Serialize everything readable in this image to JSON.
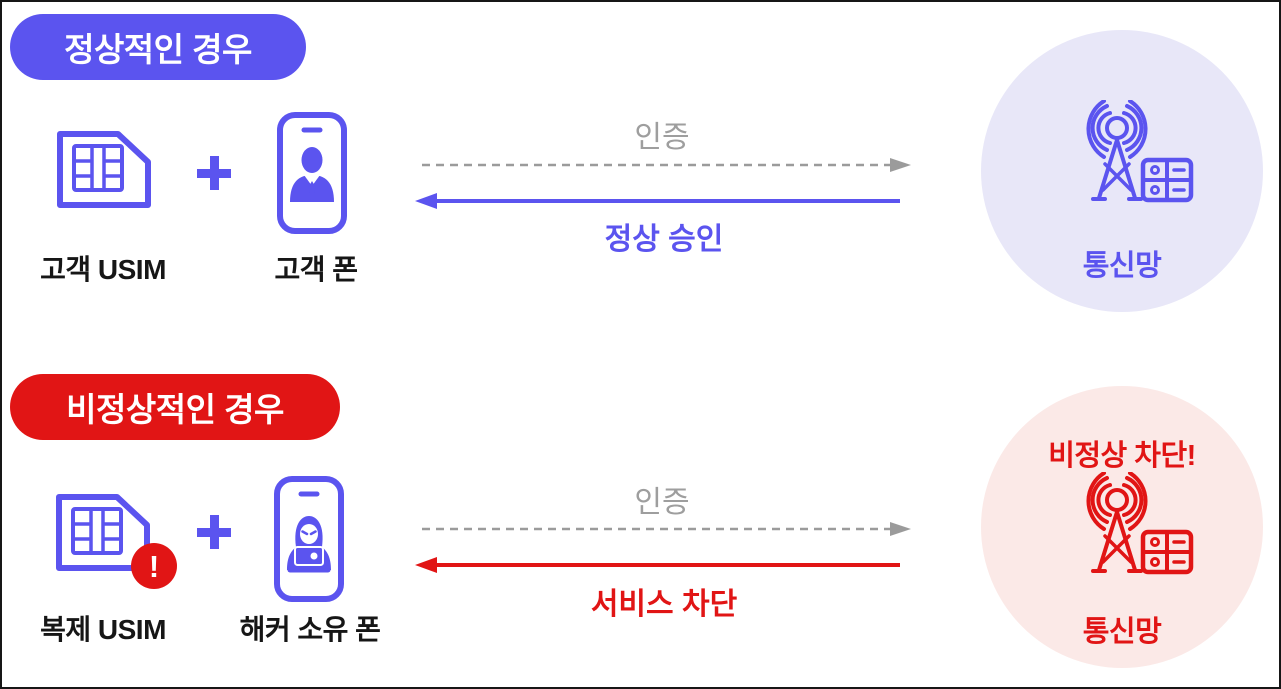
{
  "colors": {
    "purple": "#5B54EF",
    "purple_light": "#E8E7F8",
    "red": "#E11515",
    "red_light": "#FBE9E7",
    "gray": "#9E9E9E",
    "text_dark": "#161616"
  },
  "sections": {
    "normal": {
      "badge_label": "정상적인 경우",
      "sim_label": "고객 USIM",
      "phone_label": "고객 폰",
      "auth_label": "인증",
      "response_label": "정상 승인",
      "network_label": "통신망"
    },
    "abnormal": {
      "badge_label": "비정상적인 경우",
      "sim_label": "복제 USIM",
      "phone_label": "해커 소유 폰",
      "auth_label": "인증",
      "response_label": "서비스 차단",
      "network_label": "통신망",
      "network_warning": "비정상 차단!"
    }
  },
  "icons": {
    "exclamation": "!",
    "plus": "+"
  }
}
